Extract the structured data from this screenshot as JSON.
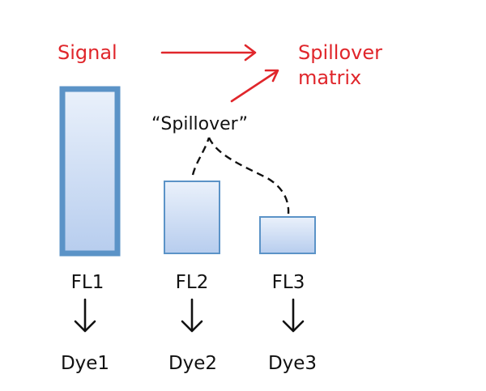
{
  "labels": {
    "signal": "Signal",
    "matrix_line1": "Spillover",
    "matrix_line2": "matrix",
    "spillover": "“Spillover”"
  },
  "channels": [
    {
      "name": "FL1",
      "dye": "Dye1"
    },
    {
      "name": "FL2",
      "dye": "Dye2"
    },
    {
      "name": "FL3",
      "dye": "Dye3"
    }
  ],
  "colors": {
    "accent_red": "#e0262b",
    "bar_stroke": "#5b93c7",
    "bar_fill_top": "#eaf1fb",
    "bar_fill_bottom": "#b7cdee",
    "text_dark": "#111111"
  },
  "icons": {
    "arrow_right": "arrow-right-icon",
    "arrow_up_right": "arrow-up-right-icon",
    "arrow_down": "arrow-down-icon"
  }
}
